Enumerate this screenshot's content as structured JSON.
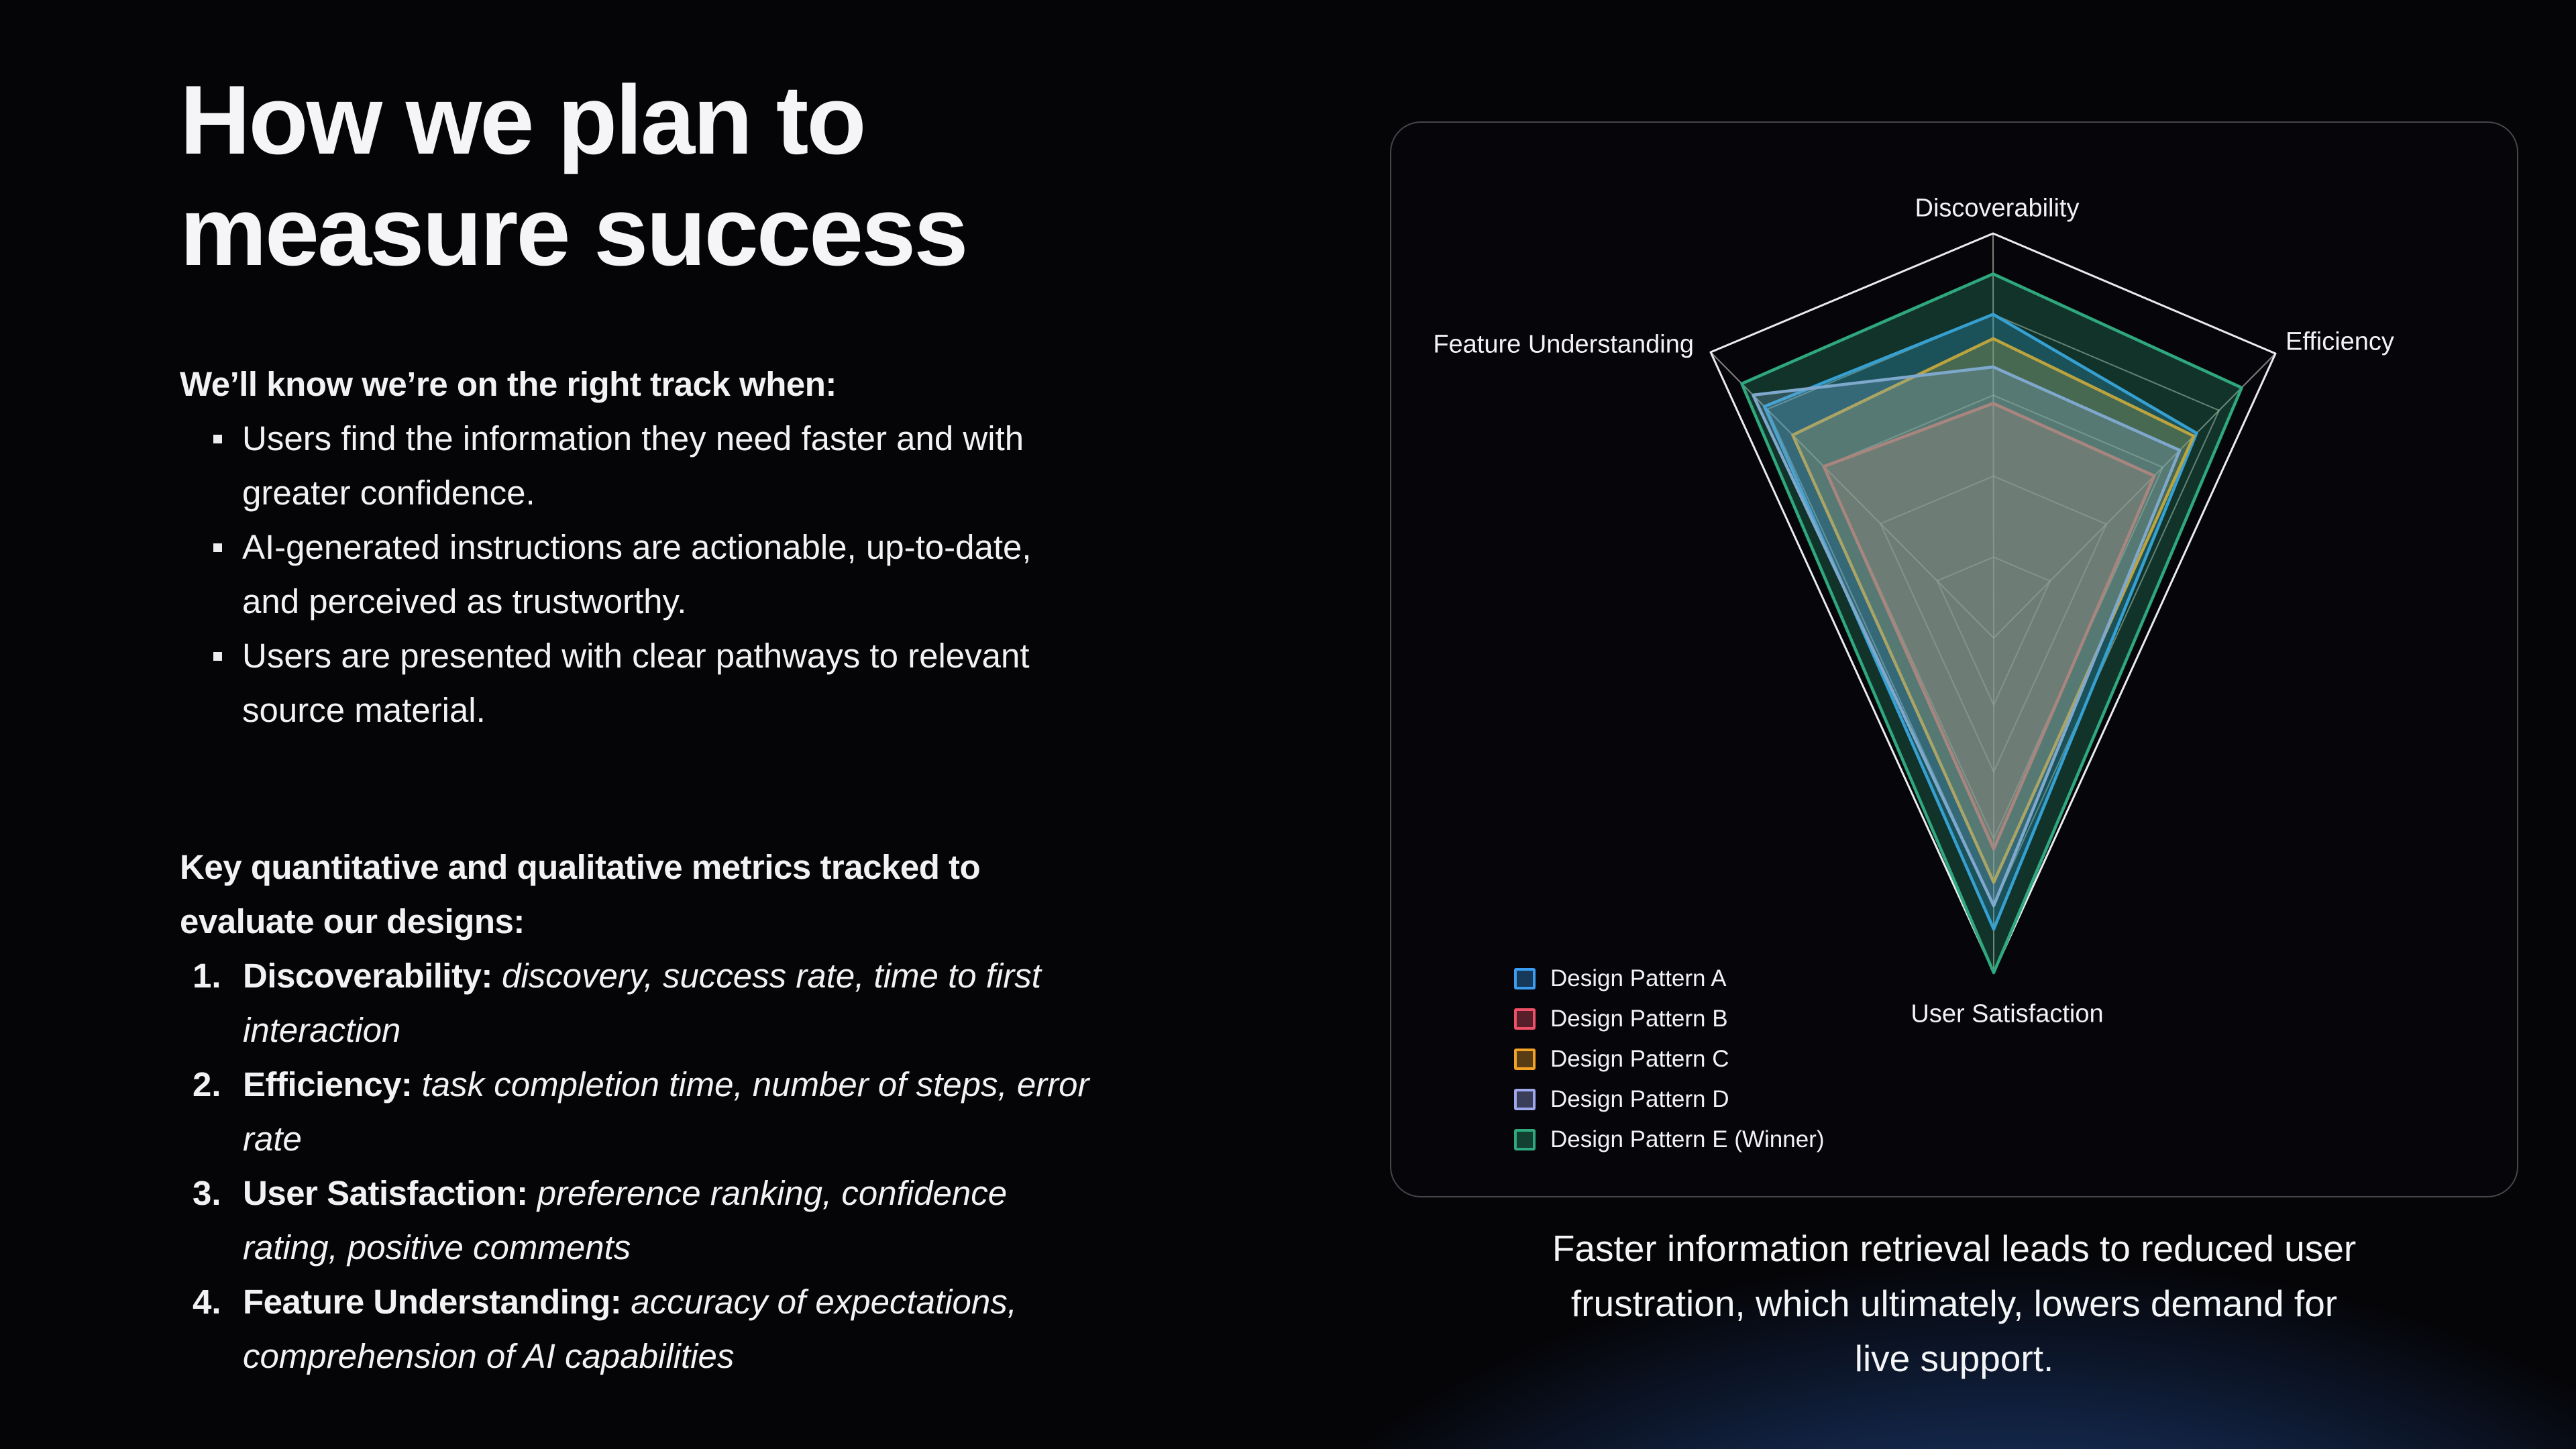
{
  "slide": {
    "title_lines": [
      "How we plan to",
      "measure success"
    ],
    "section1": {
      "heading": "We’ll know we’re on the right track when:",
      "bullets": [
        "Users find the information they need faster and with greater confidence.",
        "AI-generated instructions are actionable, up-to-date, and perceived as trustworthy.",
        "Users are presented with clear pathways to relevant source material."
      ]
    },
    "section2": {
      "heading": "Key quantitative and qualitative metrics tracked to evaluate our designs:",
      "items": [
        {
          "num": "1.",
          "label": "Discoverability:",
          "desc": "discovery, success rate, time to first interaction"
        },
        {
          "num": "2.",
          "label": "Efficiency:",
          "desc": "task completion time, number of steps, error rate"
        },
        {
          "num": "3.",
          "label": "User Satisfaction:",
          "desc": "preference ranking, confidence rating, positive comments"
        },
        {
          "num": "4.",
          "label": "Feature Understanding:",
          "desc": "accuracy of expectations, comprehension of AI capabilities"
        }
      ]
    },
    "caption": "Faster information retrieval leads to reduced user frustration, which ultimately, lowers demand for live support."
  },
  "chart_data": {
    "type": "radar",
    "title": "",
    "axes": [
      "Discoverability",
      "Efficiency",
      "User Satisfaction",
      "Feature Understanding"
    ],
    "scale_min": 0,
    "scale_max": 1,
    "rings": [
      0.2,
      0.4,
      0.6,
      0.8,
      1.0
    ],
    "grid": true,
    "legend_position": "bottom-left",
    "series": [
      {
        "name": "Design Pattern A",
        "color": "#3A9DF2",
        "values": [
          0.8,
          0.72,
          0.87,
          0.81
        ]
      },
      {
        "name": "Design Pattern B",
        "color": "#EF5068",
        "values": [
          0.58,
          0.57,
          0.63,
          0.6
        ]
      },
      {
        "name": "Design Pattern C",
        "color": "#F2A227",
        "values": [
          0.74,
          0.71,
          0.73,
          0.71
        ]
      },
      {
        "name": "Design Pattern D",
        "color": "#9EA8EC",
        "values": [
          0.67,
          0.66,
          0.8,
          0.85
        ]
      },
      {
        "name": "Design Pattern E (Winner)",
        "color": "#2FA87E",
        "values": [
          0.9,
          0.88,
          1.0,
          0.89
        ]
      }
    ],
    "frame_color": "#E9EBEE",
    "gridline_color": "#D8D0C6"
  }
}
